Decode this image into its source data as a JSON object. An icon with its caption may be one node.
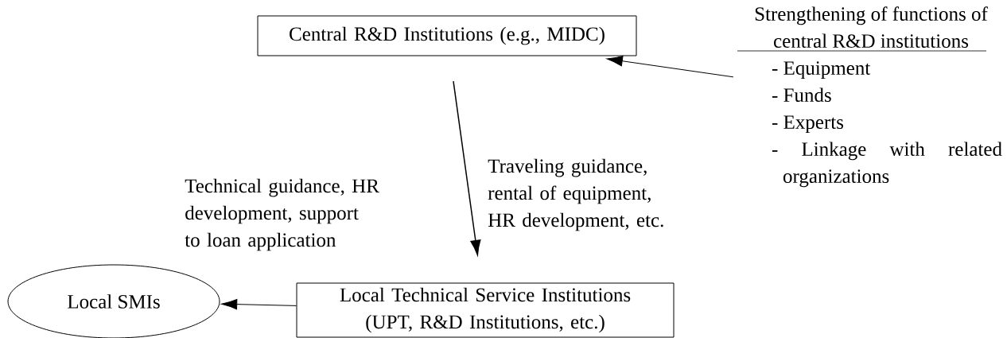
{
  "diagram": {
    "nodes": [
      {
        "text": [
          "Central R&D Institutions (e.g., MIDC)"
        ]
      },
      {
        "text": [
          "Strengthening of functions of central R&D institutions",
          "- Equipment",
          "- Funds",
          "- Experts",
          "- Linkage with related organizations"
        ]
      },
      {
        "text": [
          "Local SMIs"
        ]
      },
      {
        "text": [
          "Local Technical Service Institutions (UPT, R&D Institutions, etc.)"
        ]
      }
    ],
    "edges": [
      {
        "from": 1,
        "to": 0,
        "arrow": "to"
      },
      {
        "from": 0,
        "to": 3,
        "arrow": "to",
        "label": "Traveling guidance, rental of equipment, HR development, etc."
      },
      {
        "from": 3,
        "to": 2,
        "arrow": "to",
        "label": "Technical guidance, HR development, support to loan application"
      }
    ]
  }
}
